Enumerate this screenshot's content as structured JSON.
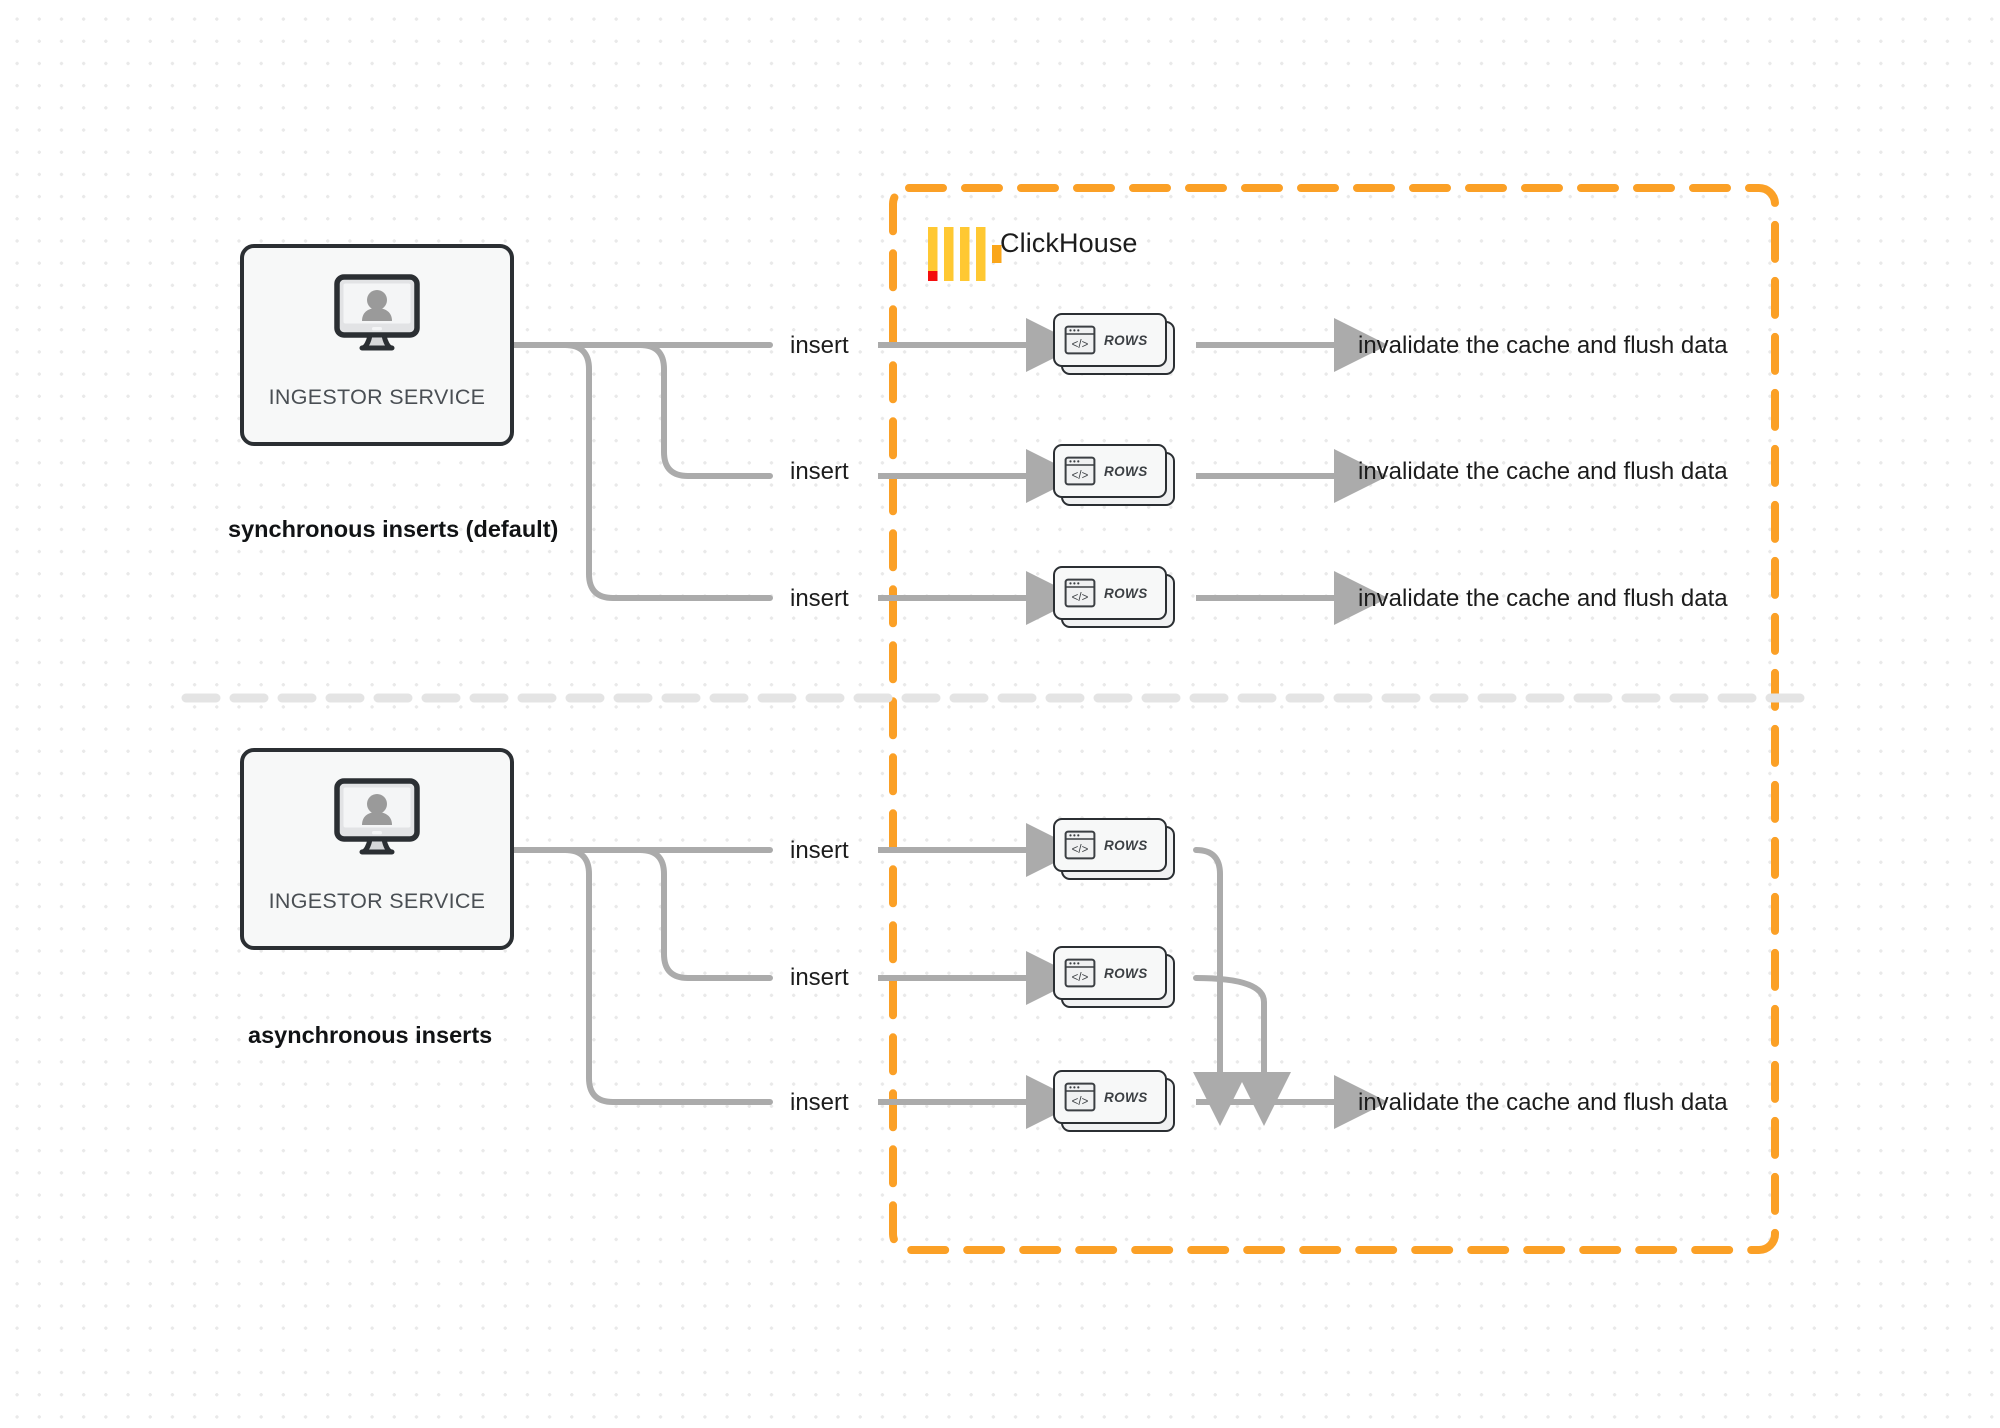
{
  "diagram": {
    "title": "ClickHouse synchronous vs asynchronous inserts",
    "colors": {
      "boundary_orange": "#FBA026",
      "logo_yellow": "#FFC832",
      "logo_orange": "#FAA61A",
      "logo_red": "#F40E0E",
      "edge_gray": "#ABABAB",
      "node_border": "#2B2F33",
      "node_fill": "#F7F8F8",
      "text_dark": "#1C1C1C",
      "divider_gray": "#E4E4E4",
      "dot_gray": "#E9E9E9"
    }
  },
  "boundary": {
    "name": "ClickHouse",
    "logo_label": "clickhouse-logo"
  },
  "sections": [
    {
      "id": "synchronous",
      "mode_label": "synchronous inserts (default)",
      "service": {
        "label": "INGESTOR SERVICE",
        "icon": "monitor-user-icon"
      },
      "rows": [
        {
          "insert_label": "insert",
          "node_label": "ROWS",
          "node_icon": "code-window-icon",
          "output_label": "invalidate the cache and flush data"
        },
        {
          "insert_label": "insert",
          "node_label": "ROWS",
          "node_icon": "code-window-icon",
          "output_label": "invalidate the cache and flush data"
        },
        {
          "insert_label": "insert",
          "node_label": "ROWS",
          "node_icon": "code-window-icon",
          "output_label": "invalidate the cache and flush data"
        }
      ]
    },
    {
      "id": "asynchronous",
      "mode_label": "asynchronous inserts",
      "service": {
        "label": "INGESTOR SERVICE",
        "icon": "monitor-user-icon"
      },
      "rows": [
        {
          "insert_label": "insert",
          "node_label": "ROWS",
          "node_icon": "code-window-icon"
        },
        {
          "insert_label": "insert",
          "node_label": "ROWS",
          "node_icon": "code-window-icon"
        },
        {
          "insert_label": "insert",
          "node_label": "ROWS",
          "node_icon": "code-window-icon"
        }
      ],
      "combined_output_label": "invalidate the cache and flush data"
    }
  ]
}
